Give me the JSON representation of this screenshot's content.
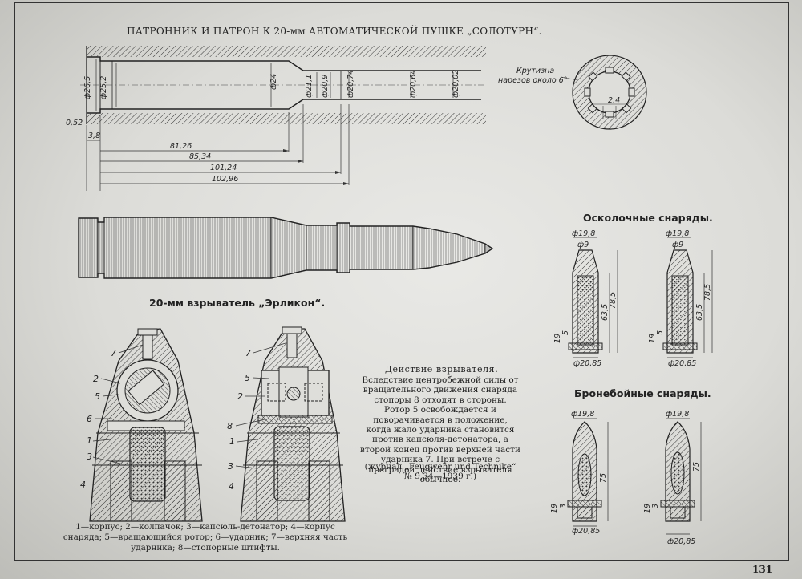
{
  "document": {
    "title": "ПАТРОННИК И ПАТРОН К 20-мм АВТОМАТИЧЕСКОЙ ПУШКЕ „СОЛОТУРН“.",
    "fuze_heading": "20-мм взрыватель „Эрликон“.",
    "frag_heading": "Осколочные снаряды.",
    "ap_heading": "Бронебойные снаряды.",
    "action_heading": "Действие взрывателя.",
    "action_text": "Вследствие центробежной силы от вращательного движения снаряда стопоры 8 отходят в стороны. Ротор 5 освобождается и поворачивается в положение, когда жало ударника становится против капсюля-детонатора, а второй конец против верхней части ударника 7. При встрече с преградой действие взрывателя обычное.",
    "source_text": "(журнал „Feugwehr und Technike“ № 9,34—1939 г.)",
    "caption_text": "1—корпус; 2—колпачок; 3—капсюль-детонатор; 4—корпус снаряда; 5—вращающийся ротор; 6—ударник; 7—верхняя часть ударника; 8—стопорные штифты.",
    "page_number": "131"
  },
  "chamber": {
    "dims": [
      "ф26,5",
      "ф25,2",
      "ф24",
      "ф21,1",
      "ф20,9",
      "ф20,74",
      "ф20,64",
      "ф20,02"
    ],
    "lengths": [
      "0,52",
      "3,8",
      "81,26",
      "85,34",
      "101,24",
      "102,96"
    ]
  },
  "rifling": {
    "label_line1": "Крутизна",
    "label_line2": "нарезов около 6°",
    "dim": "2,4"
  },
  "fuze_labels": {
    "left": [
      "7",
      "2",
      "5",
      "6",
      "1",
      "3",
      "4"
    ],
    "right": [
      "7",
      "5",
      "2",
      "8",
      "1",
      "3",
      "4"
    ]
  },
  "shells": {
    "frag_top": "ф19,8",
    "frag_nose": "ф9",
    "frag_len1": "63,5",
    "frag_len2": "78,5",
    "frag_base1": "19",
    "frag_base2": "5",
    "frag_bottom": "ф20,85",
    "ap_top": "ф19,8",
    "ap_len": "75",
    "ap_base": "19",
    "ap_base2": "3",
    "ap_bottom": "ф20,85"
  }
}
